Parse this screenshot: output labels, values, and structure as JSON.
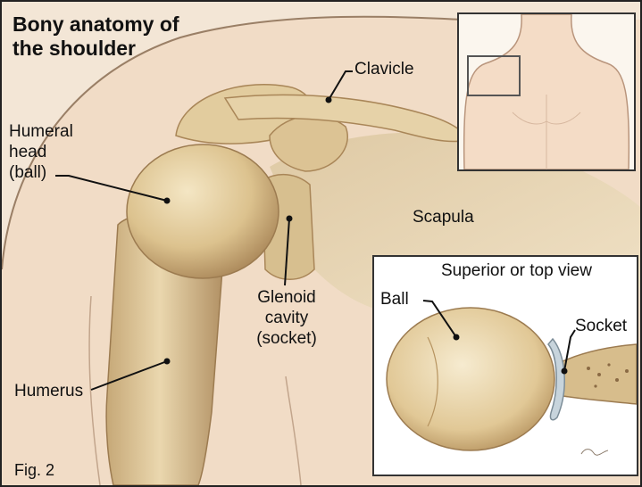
{
  "title": {
    "line1": "Bony anatomy of",
    "line2": "the shoulder"
  },
  "labels": {
    "clavicle": "Clavicle",
    "humeral_head": [
      "Humeral",
      "head",
      "(ball)"
    ],
    "scapula": "Scapula",
    "glenoid": [
      "Glenoid",
      "cavity",
      "(socket)"
    ],
    "humerus": "Humerus"
  },
  "inset": {
    "title": "Superior or top view",
    "ball": "Ball",
    "socket": "Socket"
  },
  "figure_number": "Fig. 2",
  "colors": {
    "background": "#f3e6d6",
    "bone": "#e6d2a8",
    "bone_shadow": "#b99b6c",
    "skin": "#f3d9c2",
    "frame": "#222222"
  }
}
